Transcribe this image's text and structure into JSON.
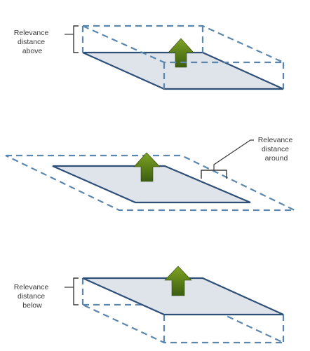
{
  "colors": {
    "plane_fill": "#dfe3ea",
    "plane_stroke": "#2e4f78",
    "dash_stroke": "#5b86ad",
    "bracket_stroke": "#3a3a3a",
    "arrow_light": "#7fa323",
    "arrow_dark": "#3b5e0f"
  },
  "icons": [
    "up-arrow-icon"
  ],
  "panels": {
    "above": {
      "label_lines": [
        "Relevance",
        "distance",
        "above"
      ]
    },
    "around": {
      "label_lines": [
        "Relevance",
        "distance",
        "around"
      ]
    },
    "below": {
      "label_lines": [
        "Relevance",
        "distance",
        "below"
      ]
    }
  }
}
